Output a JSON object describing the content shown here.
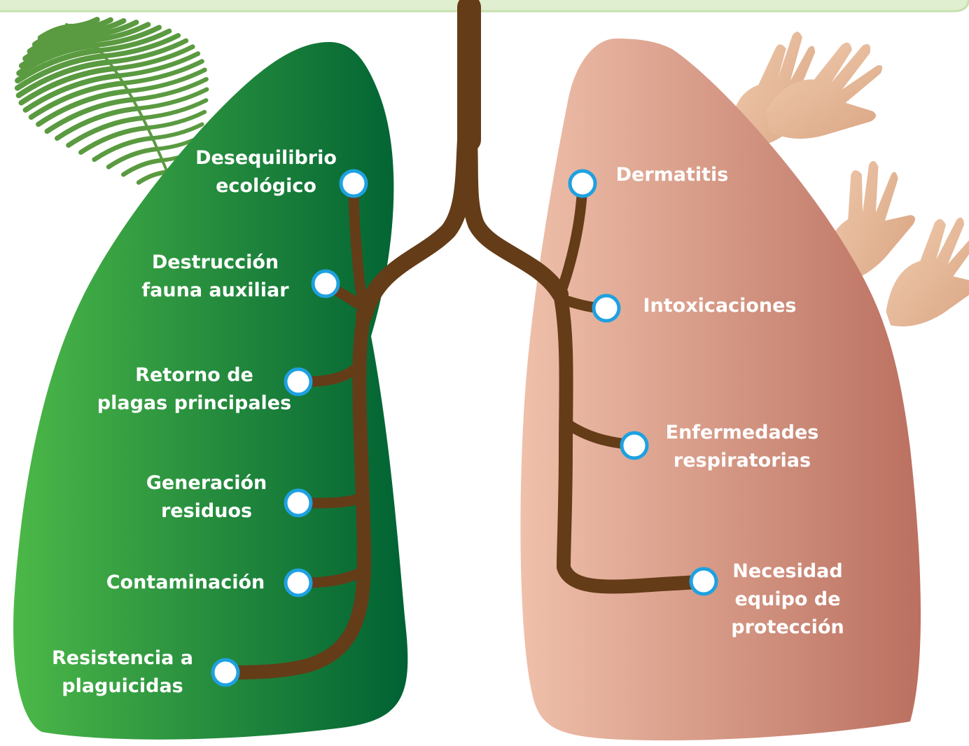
{
  "colors": {
    "left_lung_light": "#4cb848",
    "left_lung_dark": "#006233",
    "right_lung_light": "#efc0aa",
    "right_lung_dark": "#bb7060",
    "bronchus": "#643c18",
    "node_ring": "#1ea1e0",
    "node_fill": "#ffffff",
    "banner_fill": "#dfefcf",
    "banner_border": "#c8e0b0",
    "fern": "#5a9a40",
    "hand": "#e6b897",
    "label_text": "#ffffff"
  },
  "icons": {
    "fern": "fern-illustration",
    "hands": "hands-illustration"
  },
  "left_lung": {
    "theme": "environment",
    "items": [
      {
        "line1": "Desequilibrio",
        "line2": "ecológico"
      },
      {
        "line1": "Destrucción",
        "line2": "fauna auxiliar"
      },
      {
        "line1": "Retorno de",
        "line2": "plagas principales"
      },
      {
        "line1": "Generación",
        "line2": "residuos"
      },
      {
        "line1": "Contaminación"
      },
      {
        "line1": "Resistencia a",
        "line2": "plaguicidas"
      }
    ]
  },
  "right_lung": {
    "theme": "health",
    "items": [
      {
        "line1": "Dermatitis"
      },
      {
        "line1": "Intoxicaciones"
      },
      {
        "line1": "Enfermedades",
        "line2": "respiratorias"
      },
      {
        "line1": "Necesidad",
        "line2": "equipo de",
        "line3": "protección"
      }
    ]
  }
}
